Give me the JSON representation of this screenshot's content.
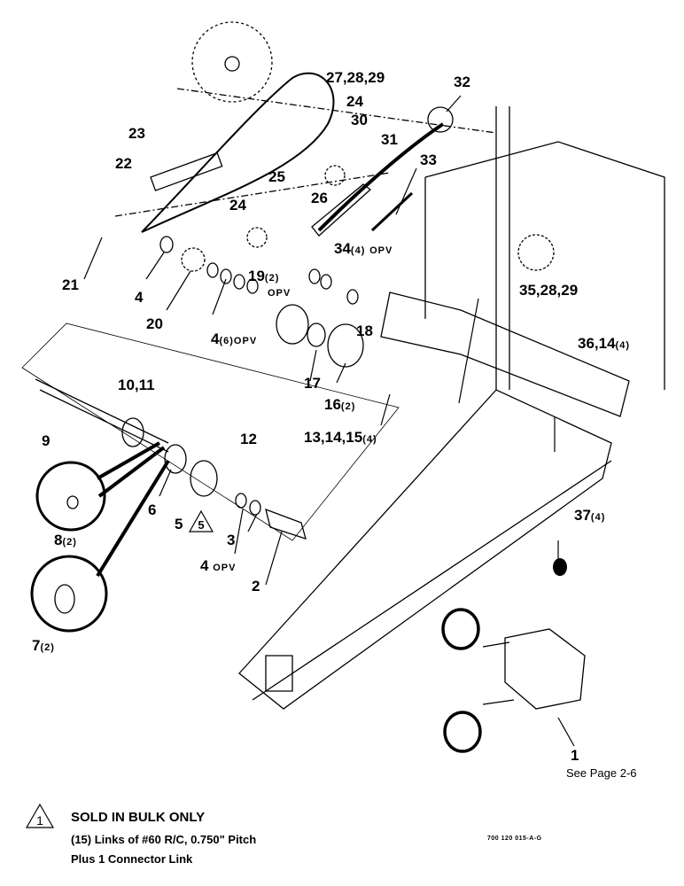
{
  "callouts": [
    {
      "id": "c1",
      "label": "1"
    },
    {
      "id": "c1see",
      "label": "See Page 2-6"
    },
    {
      "id": "c2",
      "label": "2"
    },
    {
      "id": "c3",
      "label": "3"
    },
    {
      "id": "c4a",
      "label": "4"
    },
    {
      "id": "c4opv",
      "label": "4",
      "suffix": "OPV"
    },
    {
      "id": "c4six",
      "label": "4",
      "qty": "(6)",
      "suffix": "OPV"
    },
    {
      "id": "c5",
      "label": "5"
    },
    {
      "id": "c6",
      "label": "6"
    },
    {
      "id": "c7",
      "label": "7",
      "qty": "(2)"
    },
    {
      "id": "c8",
      "label": "8",
      "qty": "(2)"
    },
    {
      "id": "c9",
      "label": "9"
    },
    {
      "id": "c10",
      "label": "10,11"
    },
    {
      "id": "c12",
      "label": "12"
    },
    {
      "id": "c13",
      "label": "13,14,15",
      "qty": "(4)"
    },
    {
      "id": "c16",
      "label": "16",
      "qty": "(2)"
    },
    {
      "id": "c17",
      "label": "17"
    },
    {
      "id": "c18",
      "label": "18"
    },
    {
      "id": "c19",
      "label": "19",
      "qty": "(2)",
      "suffix": "OPV"
    },
    {
      "id": "c20",
      "label": "20"
    },
    {
      "id": "c21",
      "label": "21"
    },
    {
      "id": "c22",
      "label": "22"
    },
    {
      "id": "c23",
      "label": "23"
    },
    {
      "id": "c24a",
      "label": "24"
    },
    {
      "id": "c24b",
      "label": "24"
    },
    {
      "id": "c25",
      "label": "25"
    },
    {
      "id": "c26",
      "label": "26"
    },
    {
      "id": "c27",
      "label": "27,28,29"
    },
    {
      "id": "c30",
      "label": "30"
    },
    {
      "id": "c31",
      "label": "31"
    },
    {
      "id": "c32",
      "label": "32"
    },
    {
      "id": "c33",
      "label": "33"
    },
    {
      "id": "c34",
      "label": "34",
      "qty": "(4)",
      "suffix": "OPV"
    },
    {
      "id": "c35",
      "label": "35,28,29"
    },
    {
      "id": "c36",
      "label": "36,14",
      "qty": "(4)"
    },
    {
      "id": "c37",
      "label": "37",
      "qty": "(4)"
    }
  ],
  "note": {
    "symbol": "1",
    "title": "SOLD IN BULK ONLY",
    "line1": "(15) Links of #60 R/C, 0.750\" Pitch",
    "line2": "Plus 1 Connector Link"
  },
  "doc_number": "700 120 015-A-G"
}
